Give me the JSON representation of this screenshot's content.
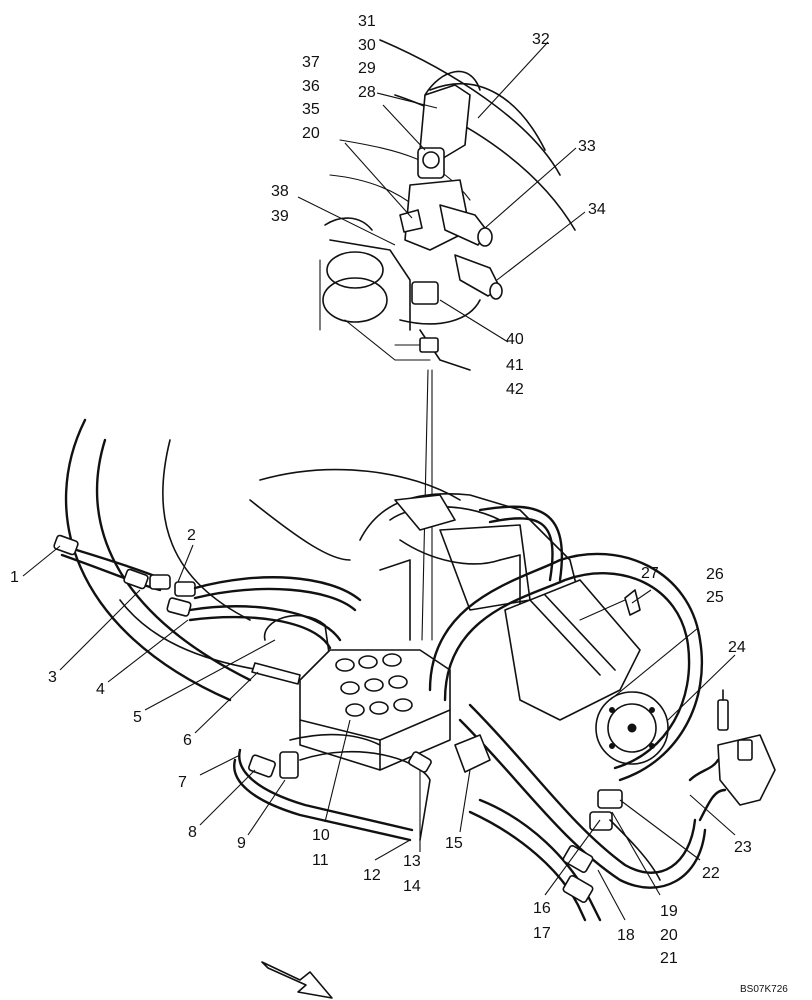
{
  "callouts": [
    "1",
    "2",
    "3",
    "4",
    "5",
    "6",
    "7",
    "8",
    "9",
    "10",
    "11",
    "12",
    "13",
    "14",
    "15",
    "16",
    "17",
    "18",
    "19",
    "20",
    "21",
    "22",
    "23",
    "24",
    "25",
    "26",
    "27",
    "28",
    "29",
    "30",
    "31",
    "32",
    "33",
    "34",
    "35",
    "36",
    "37",
    "38",
    "39",
    "40",
    "41",
    "42"
  ],
  "callout_20_repeat": "20",
  "drawing_code": "BS07K726"
}
